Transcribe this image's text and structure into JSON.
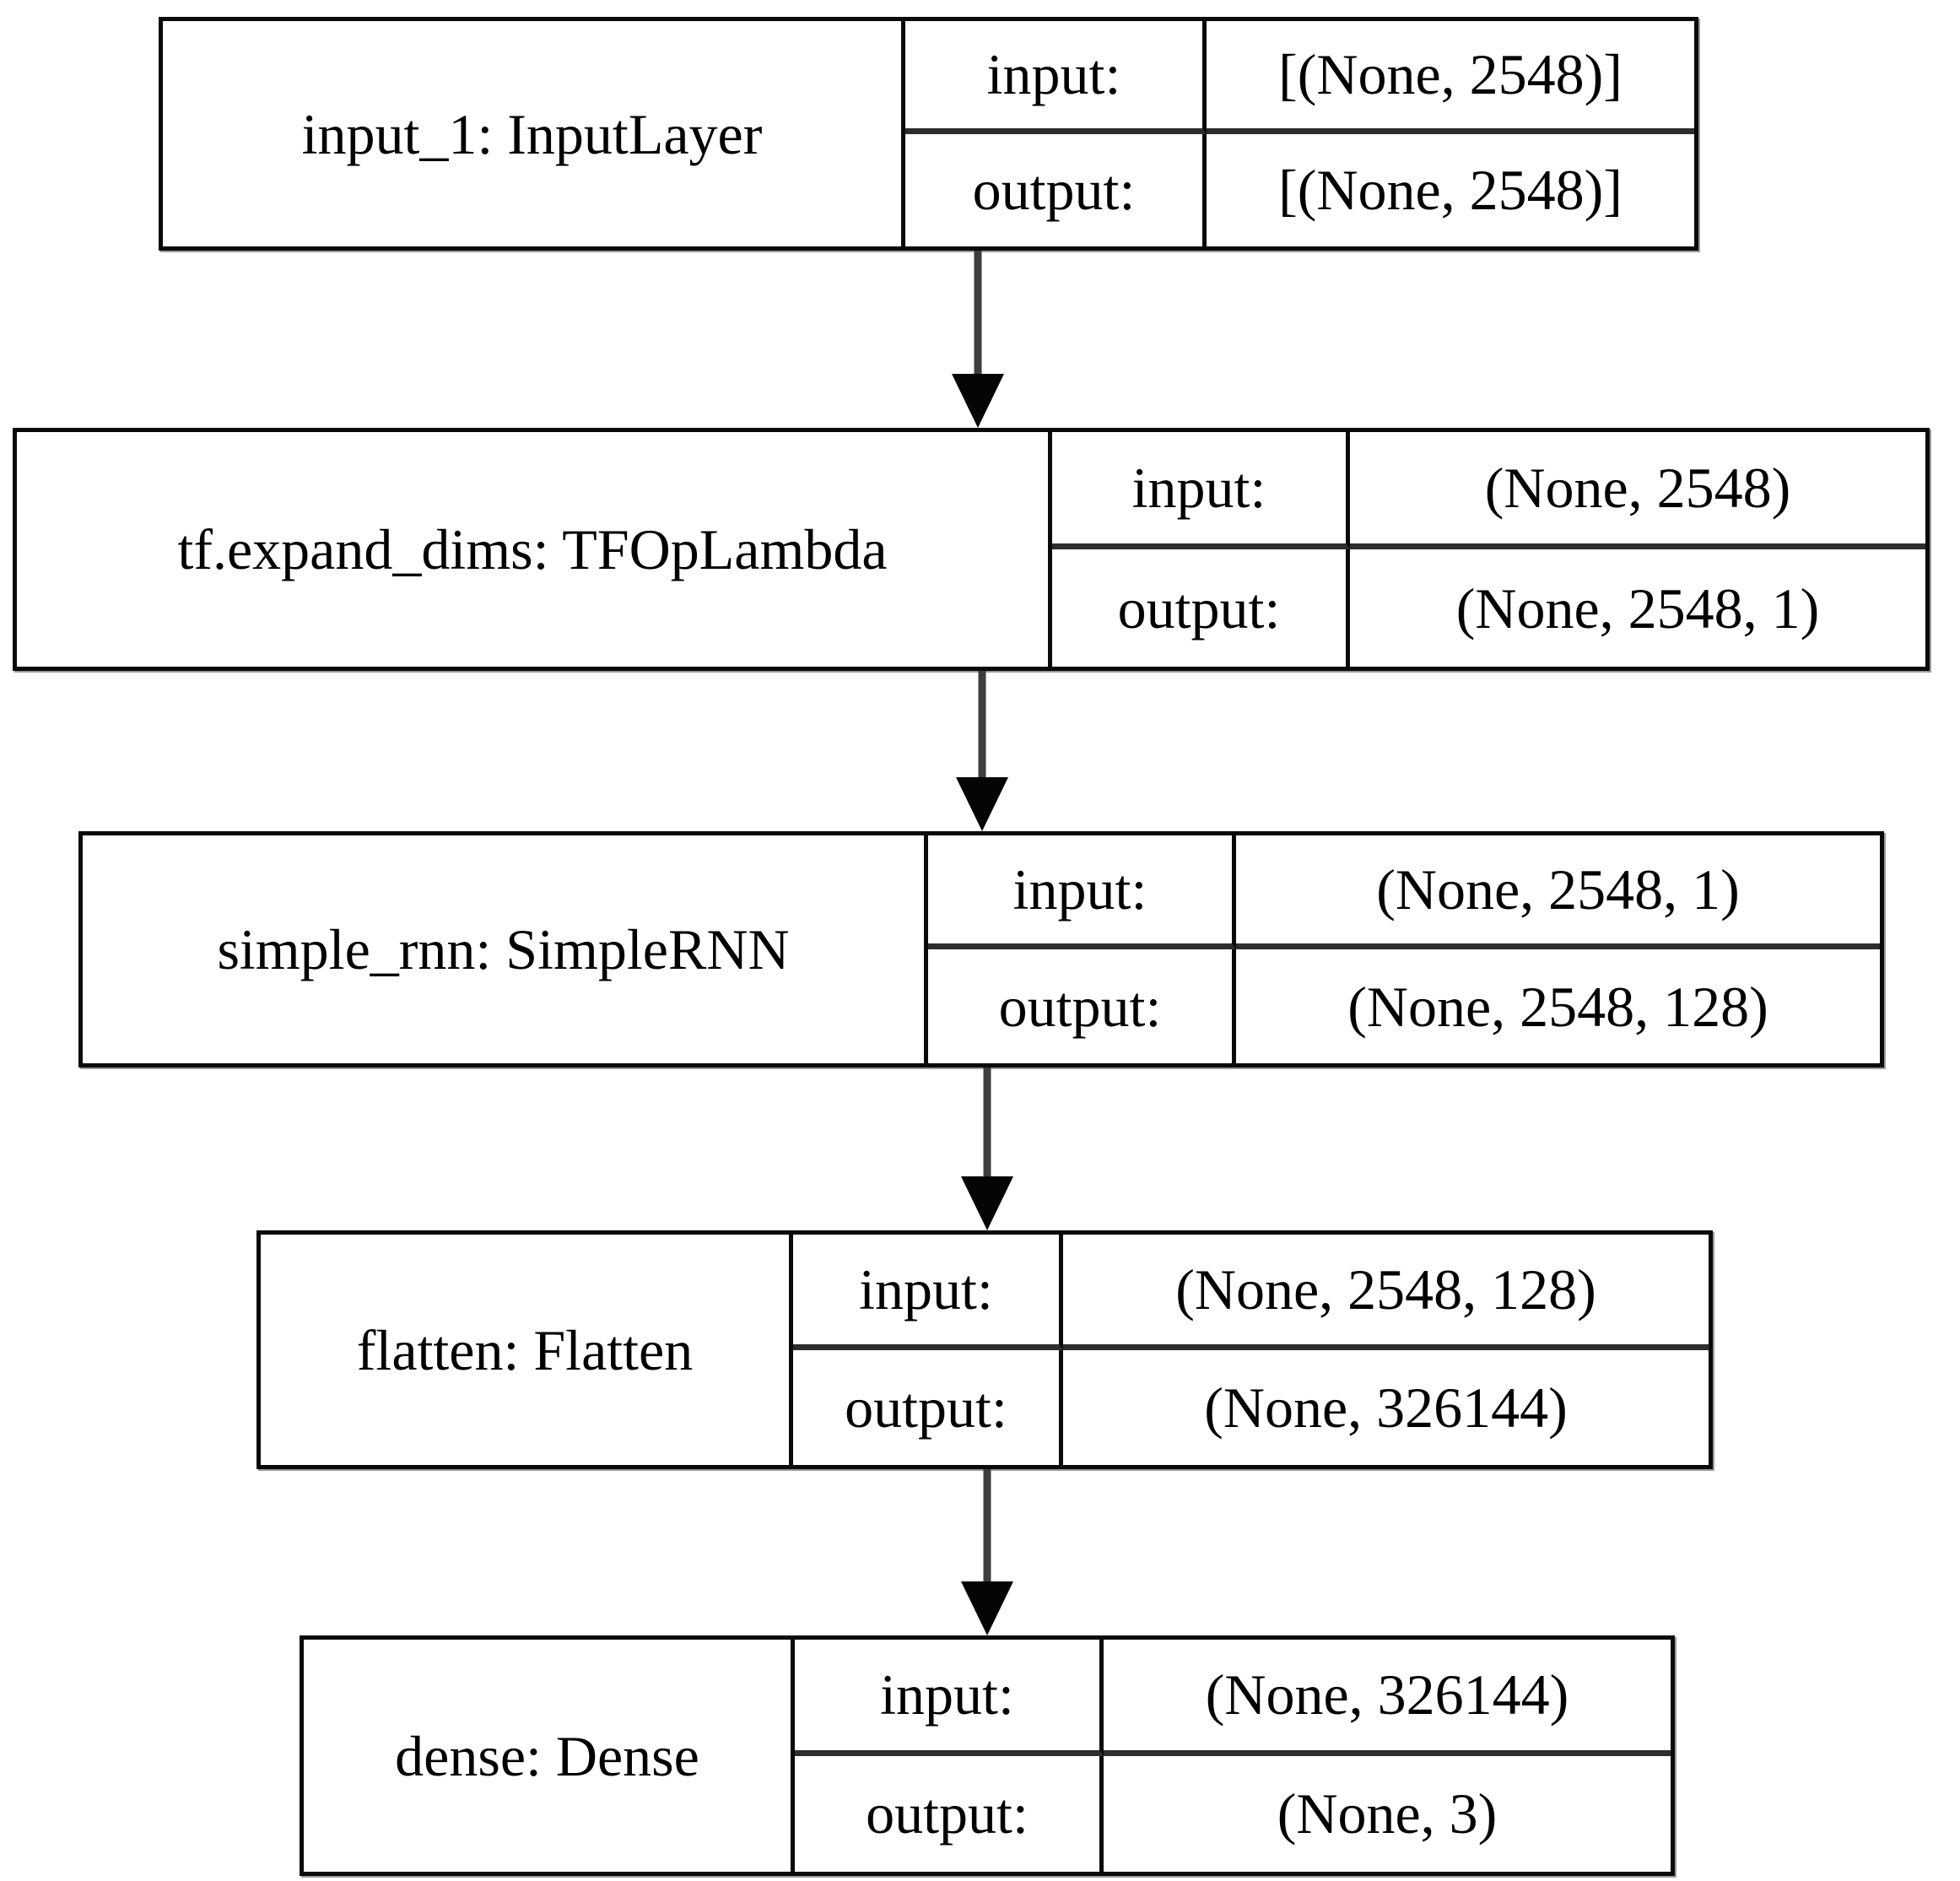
{
  "diagram": {
    "title": "keras-model-plot",
    "background_color": "#ffffff",
    "node_border_color": "#0a0a0a",
    "arrow_stem_color": "#3d3d3d",
    "arrowhead_color": "#050505",
    "layers": [
      {
        "name": "input_1: InputLayer",
        "input_label": "input:",
        "output_label": "output:",
        "input_shape": "[(None, 2548)]",
        "output_shape": "[(None, 2548)]"
      },
      {
        "name": "tf.expand_dims: TFOpLambda",
        "input_label": "input:",
        "output_label": "output:",
        "input_shape": "(None, 2548)",
        "output_shape": "(None, 2548, 1)"
      },
      {
        "name": "simple_rnn: SimpleRNN",
        "input_label": "input:",
        "output_label": "output:",
        "input_shape": "(None, 2548, 1)",
        "output_shape": "(None, 2548, 128)"
      },
      {
        "name": "flatten: Flatten",
        "input_label": "input:",
        "output_label": "output:",
        "input_shape": "(None, 2548, 128)",
        "output_shape": "(None, 326144)"
      },
      {
        "name": "dense: Dense",
        "input_label": "input:",
        "output_label": "output:",
        "input_shape": "(None, 326144)",
        "output_shape": "(None, 3)"
      }
    ],
    "connections": [
      {
        "from": "input_1: InputLayer",
        "to": "tf.expand_dims: TFOpLambda"
      },
      {
        "from": "tf.expand_dims: TFOpLambda",
        "to": "simple_rnn: SimpleRNN"
      },
      {
        "from": "simple_rnn: SimpleRNN",
        "to": "flatten: Flatten"
      },
      {
        "from": "flatten: Flatten",
        "to": "dense: Dense"
      }
    ]
  }
}
